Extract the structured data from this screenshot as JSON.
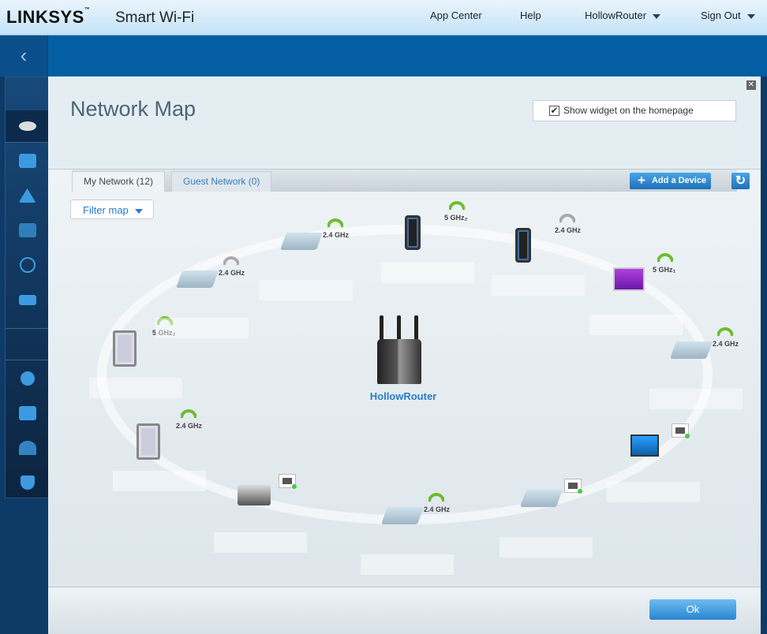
{
  "header": {
    "logo": "LINKSYS",
    "logo_tm": "™",
    "brand": "Smart Wi-Fi",
    "nav": [
      "App Center",
      "Help",
      "HollowRouter",
      "Sign Out"
    ]
  },
  "sidebar": {
    "items": [
      "network-map-icon",
      "external-storage-icon",
      "parental-controls-icon",
      "media-prioritization-icon",
      "speed-test-icon",
      "usb-icon",
      "connectivity-icon",
      "troubleshooting-icon",
      "wireless-icon",
      "security-icon"
    ]
  },
  "panel": {
    "title": "Network Map",
    "close": "✕",
    "widget_label": "Show widget on the homepage",
    "widget_checked": "✔"
  },
  "map": {
    "tabs": [
      "My Network (12)",
      "Guest Network (0)"
    ],
    "add_device": "Add a Device",
    "refresh": "↻",
    "filter": "Filter map",
    "router_name": "HollowRouter",
    "devices": [
      {
        "type": "extender",
        "band": "2.4 GHz",
        "signal": "green"
      },
      {
        "type": "phone",
        "band": "5 GHz₂",
        "signal": "green"
      },
      {
        "type": "phone",
        "band": "2.4 GHz",
        "signal": "gray"
      },
      {
        "type": "imac",
        "band": "5 GHz₁",
        "signal": "green"
      },
      {
        "type": "extender",
        "band": "2.4 GHz",
        "signal": "green"
      },
      {
        "type": "desktop",
        "band": "",
        "signal": "ethernet"
      },
      {
        "type": "extender",
        "band": "",
        "signal": "ethernet"
      },
      {
        "type": "extender",
        "band": "2.4 GHz",
        "signal": "green"
      },
      {
        "type": "printer",
        "band": "",
        "signal": "ethernet"
      },
      {
        "type": "tablet",
        "band": "2.4 GHz",
        "signal": "green"
      },
      {
        "type": "tablet",
        "band": "5 GHz₂",
        "signal": "green"
      },
      {
        "type": "extender",
        "band": "2.4 GHz",
        "signal": "gray"
      }
    ]
  },
  "footer": {
    "ok": "Ok"
  },
  "colors": {
    "green": "#6cbd2a",
    "gray": "#aaaaaa",
    "accent": "#2a7bc8"
  }
}
